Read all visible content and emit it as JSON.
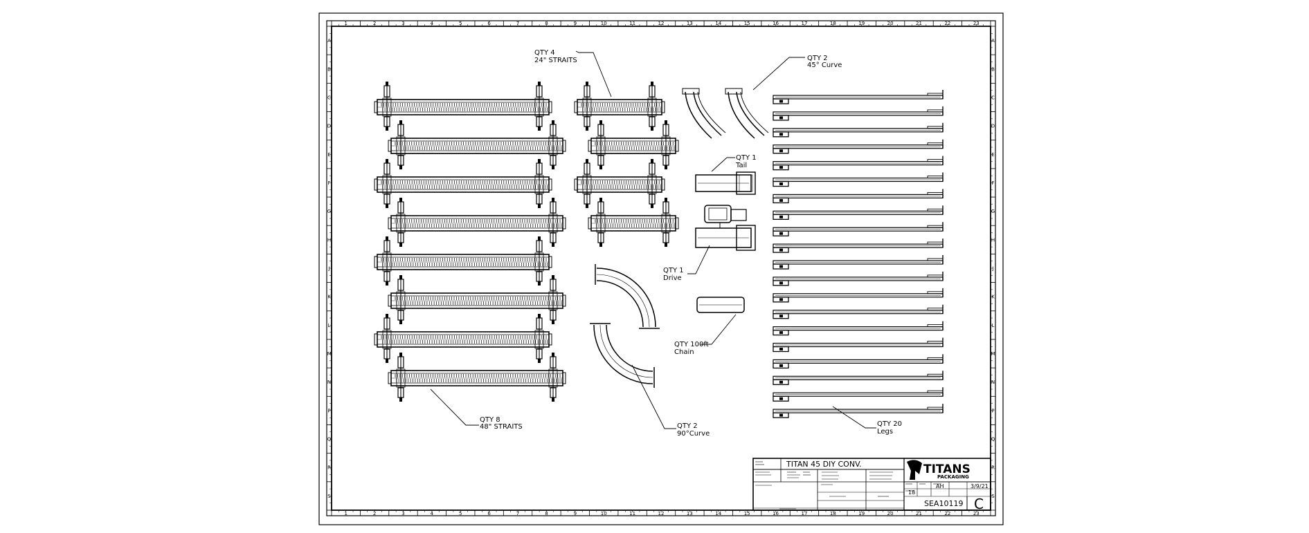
{
  "sheet": {
    "column_numbers": [
      "1",
      "2",
      "3",
      "4",
      "5",
      "6",
      "7",
      "8",
      "9",
      "10",
      "11",
      "12",
      "13",
      "14",
      "15",
      "16",
      "17",
      "18",
      "19",
      "20",
      "21",
      "22",
      "23"
    ],
    "row_letters": [
      "A",
      "B",
      "C",
      "D",
      "E",
      "F",
      "G",
      "H",
      "J",
      "K",
      "L",
      "M",
      "N",
      "P",
      "Q",
      "R",
      "S"
    ]
  },
  "callouts": {
    "straits_24": [
      "QTY 4",
      "24\" STRAITS"
    ],
    "curve_45": [
      "QTY 2",
      "45° Curve"
    ],
    "tail": [
      "QTY 1",
      "Tail"
    ],
    "drive": [
      "QTY 1",
      "Drive"
    ],
    "chain": [
      "QTY 100ft",
      "Chain"
    ],
    "curve_90": [
      "QTY 2",
      "90°Curve"
    ],
    "straits_48": [
      "QTY 8",
      "48\" STRAITS"
    ],
    "legs": [
      "QTY 20",
      "Legs"
    ]
  },
  "title_block": {
    "title": "TITAN 45 DIY CONV.",
    "drawing_number": "SEA10119",
    "size": "C",
    "rev": "18",
    "drawn_by": "AH",
    "date": "3/9/21",
    "logo": "TITANS",
    "logo_sub": "PACKAGING"
  }
}
